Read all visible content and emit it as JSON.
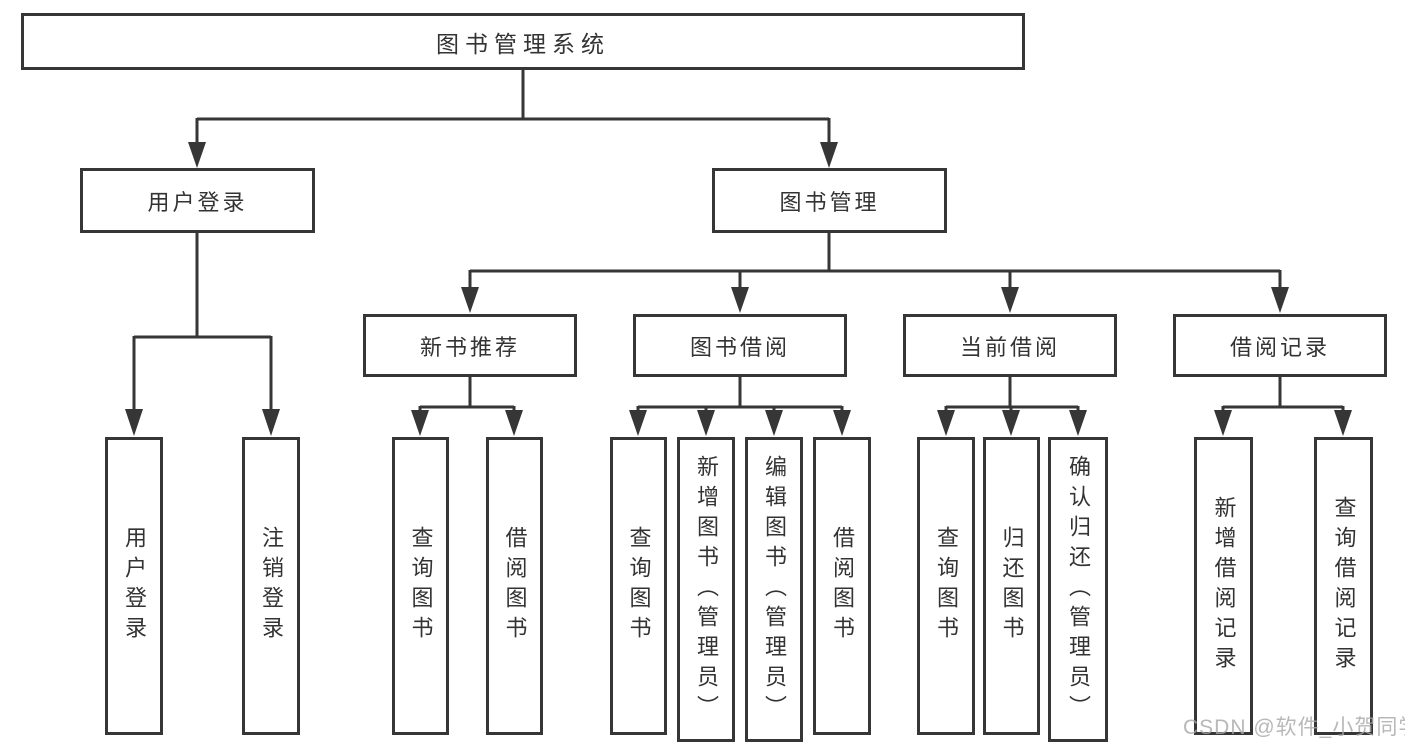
{
  "colors": {
    "line": "#363636",
    "text": "#333333",
    "background": "#ffffff",
    "watermark": "#a8a8a8"
  },
  "watermark": {
    "text": "CSDN @软件_小贺同学"
  },
  "diagram": {
    "type": "hierarchy-chart",
    "root": {
      "label": "图书管理系统"
    },
    "branches": [
      {
        "label": "用户登录",
        "children": [
          {
            "label": "用户登录"
          },
          {
            "label": "注销登录"
          }
        ]
      },
      {
        "label": "图书管理",
        "children": [
          {
            "label": "新书推荐",
            "children": [
              {
                "label": "查询图书"
              },
              {
                "label": "借阅图书"
              }
            ]
          },
          {
            "label": "图书借阅",
            "children": [
              {
                "label": "查询图书"
              },
              {
                "label": "新增图书（管理员）"
              },
              {
                "label": "编辑图书（管理员）"
              },
              {
                "label": "借阅图书"
              }
            ]
          },
          {
            "label": "当前借阅",
            "children": [
              {
                "label": "查询图书"
              },
              {
                "label": "归还图书"
              },
              {
                "label": "确认归还（管理员）"
              }
            ]
          },
          {
            "label": "借阅记录",
            "children": [
              {
                "label": "新增借阅记录"
              },
              {
                "label": "查询借阅记录"
              }
            ]
          }
        ]
      }
    ]
  }
}
